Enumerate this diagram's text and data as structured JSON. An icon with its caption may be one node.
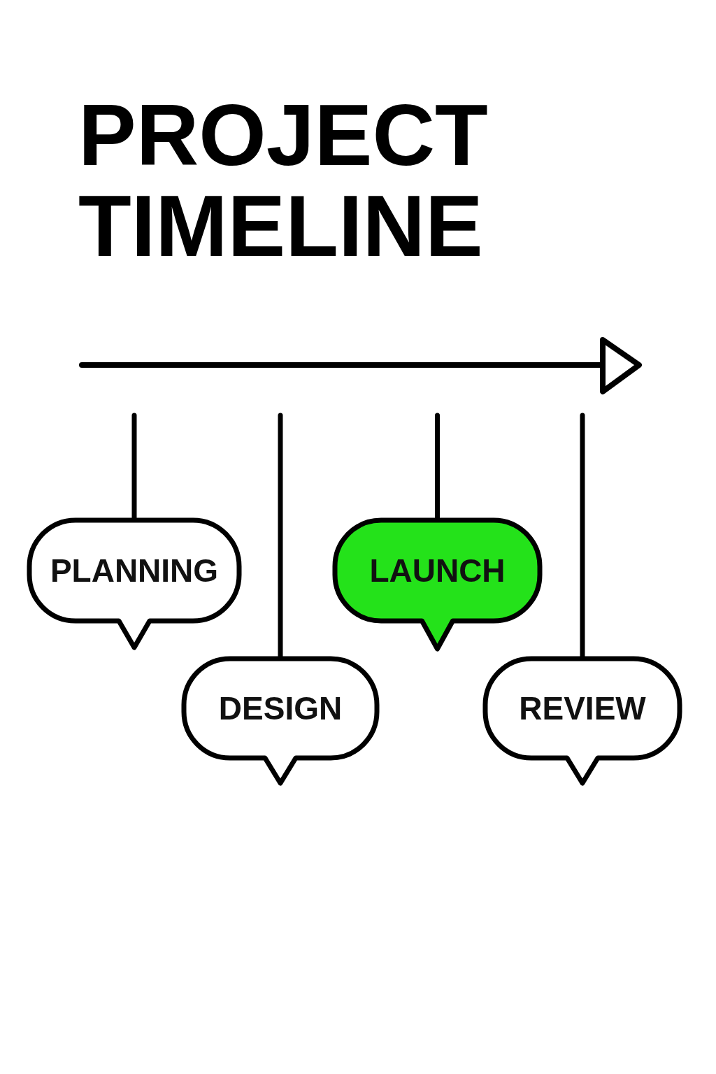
{
  "diagram": {
    "title": "PROJECT TIMELINE",
    "nodes": [
      {
        "text": [
          "PLANNING"
        ]
      },
      {
        "text": [
          "DESIGN"
        ]
      },
      {
        "text": [
          "LAUNCH"
        ]
      },
      {
        "text": [
          "REVIEW"
        ]
      }
    ],
    "edges": [
      {
        "from": null,
        "to": 0,
        "arrow": "none"
      },
      {
        "from": null,
        "to": 1,
        "arrow": "none"
      },
      {
        "from": null,
        "to": 2,
        "arrow": "none"
      },
      {
        "from": null,
        "to": 3,
        "arrow": "none"
      }
    ]
  }
}
